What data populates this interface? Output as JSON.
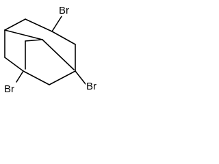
{
  "molecule": {
    "atoms": {
      "br_top": "Br",
      "br_left": "Br",
      "br_right": "Br"
    },
    "colors": {
      "bond": "#000000",
      "label": "#000000",
      "background": "#ffffff"
    }
  }
}
